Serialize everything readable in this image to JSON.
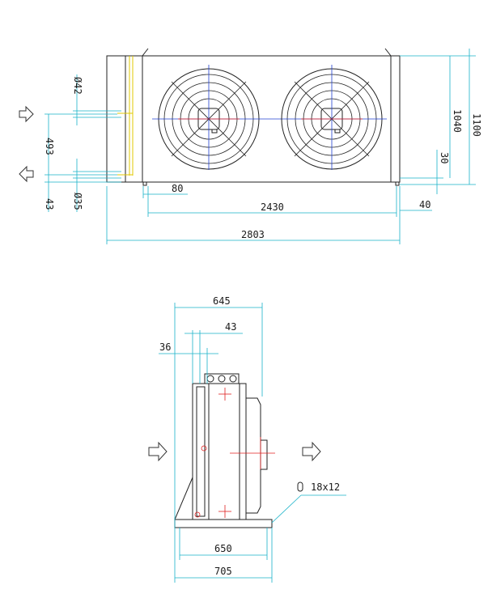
{
  "top_view": {
    "dim_width_total": "2803",
    "dim_fan_span": "2430",
    "dim_left_offset": "80",
    "dim_right_offset": "40",
    "dim_height_total": "1100",
    "dim_height_body": "1040",
    "dim_bottom_gap": "30",
    "dim_pipe_spacing": "493",
    "dim_pipe_bottom": "43",
    "dim_pipe_inlet_dia": "Ø42",
    "dim_pipe_outlet_dia": "Ø35"
  },
  "side_view": {
    "dim_top_width": "645",
    "dim_coil_offset": "43",
    "dim_frame": "36",
    "dim_base_inner": "650",
    "dim_base_outer": "705",
    "mount_hole_label": "18x12"
  },
  "colors": {
    "dimension": "#19b3c9",
    "centerline_red": "#e02020",
    "centerline_blue": "#2040d0",
    "pipe_yellow": "#e0c800"
  }
}
